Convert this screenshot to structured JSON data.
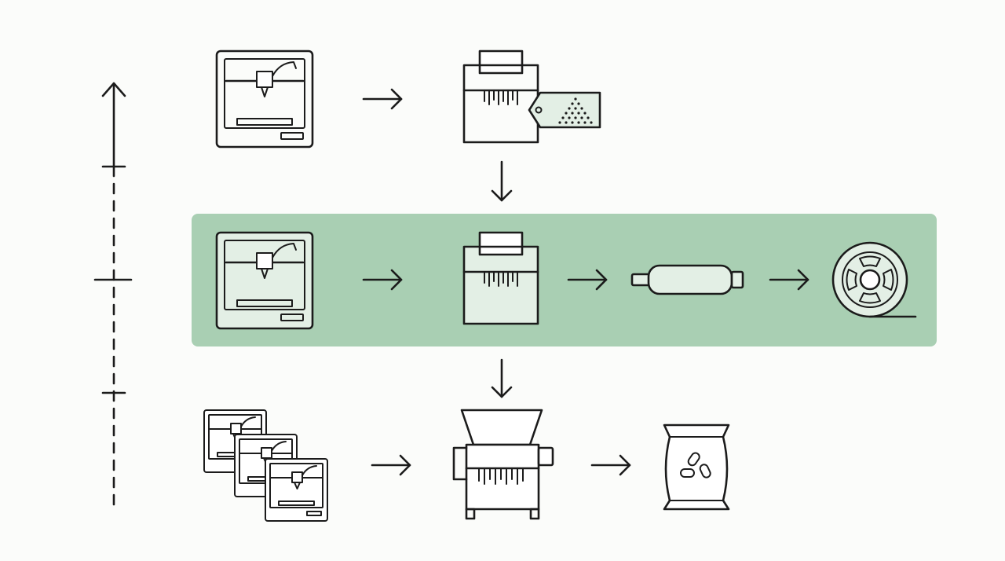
{
  "diagram": {
    "description_free": true,
    "colors": {
      "background": "#fbfcfa",
      "highlight_band": "#a9cfb3",
      "icon_fill_light": "#e3efe5",
      "stroke": "#1b1b1b"
    },
    "axis": {
      "ticks": 3,
      "direction": "up",
      "style": "dashed"
    },
    "rows": [
      {
        "id": "row-1",
        "highlighted": false,
        "steps": [
          "printer-icon",
          "shredder-with-tag-icon"
        ]
      },
      {
        "id": "row-2",
        "highlighted": true,
        "steps": [
          "printer-icon",
          "shredder-icon",
          "extruder-icon",
          "filament-spool-icon"
        ]
      },
      {
        "id": "row-3",
        "highlighted": false,
        "steps": [
          "printer-stack-icon",
          "industrial-shredder-icon",
          "pellet-bag-icon"
        ]
      }
    ],
    "connectors": [
      {
        "from": "row-1-step-2",
        "to": "row-2-step-2",
        "direction": "down"
      },
      {
        "from": "row-2-step-2",
        "to": "row-3-step-2",
        "direction": "down"
      }
    ]
  }
}
